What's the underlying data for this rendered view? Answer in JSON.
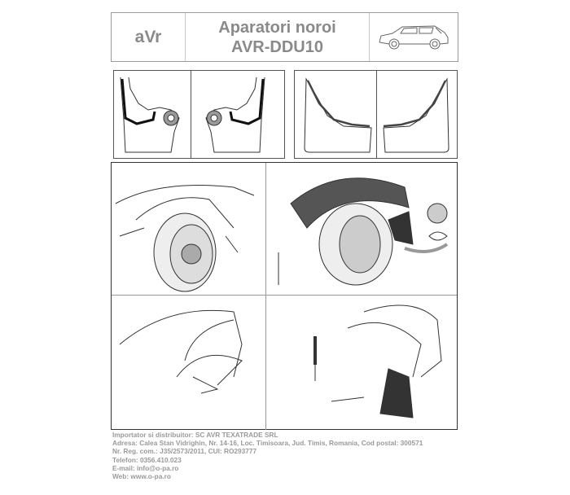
{
  "header": {
    "logo": "aVr",
    "title_line1": "Aparatori noroi",
    "title_line2": "AVR-DDU10",
    "car_icon": "suv-side-view-icon"
  },
  "footer": {
    "lines": [
      "Importator si distribuitor: SC AVR TEXATRADE SRL",
      "Adresa: Calea Stan Vidrighin, Nr. 14-16, Loc. Timisoara, Jud. Timis, Romania, Cod postal: 300571",
      "Nr. Reg. com.: J35/2573/2011, CUI: RO293777",
      "Telefon: 0356.410.023",
      "E-mail: info@o-pa.ro",
      "Web: www.o-pa.ro"
    ]
  }
}
